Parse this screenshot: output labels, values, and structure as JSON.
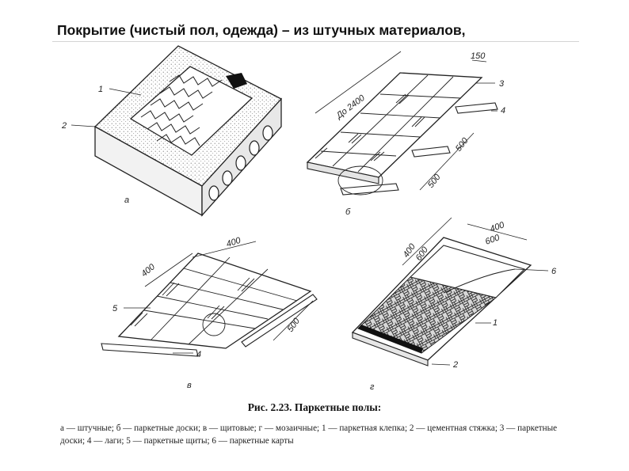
{
  "slide": {
    "title": "Покрытие (чистый пол, одежда) – из штучных материалов,"
  },
  "figure": {
    "panel_letters": [
      "а",
      "б",
      "в",
      "г"
    ],
    "callouts": {
      "a1": "1",
      "a2": "2",
      "b3": "3",
      "b4": "4",
      "c4": "4",
      "c5": "5",
      "d1": "1",
      "d2": "2",
      "d6": "6"
    },
    "dimensions": {
      "b_length": "До 2400",
      "b_width": "150",
      "b_span1": "500",
      "b_span2": "500",
      "c_top": "400",
      "c_left": "400",
      "c_right": "500",
      "d_top": "400",
      "d_top2": "600",
      "d_left": "400",
      "d_left2": "600"
    },
    "caption": "Рис. 2.23. Паркетные полы:",
    "legend": "а — штучные; б — паркетные доски; в — щитовые; г — мозаичные; 1 — паркетная клепка; 2 — цементная стяжка; 3 — паркетные доски; 4 — лаги; 5 — паркетные щиты; 6 — паркетные карты"
  }
}
